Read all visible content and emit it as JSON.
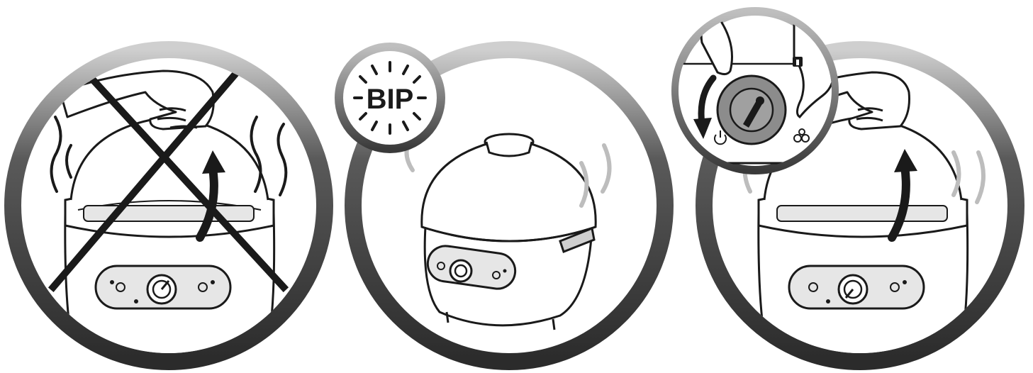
{
  "panels": [
    {
      "id": "panel-1",
      "status": "prohibited",
      "icons": [
        "hand-icon",
        "lid-icon",
        "steam-icon",
        "arrow-up-icon",
        "cross-mark-icon",
        "control-knob-icon"
      ]
    },
    {
      "id": "panel-2",
      "status": "allowed",
      "sound_label": "BIP",
      "icons": [
        "appliance-icon",
        "steam-icon",
        "sound-burst-icon",
        "control-knob-icon"
      ]
    },
    {
      "id": "panel-3",
      "status": "allowed",
      "icons": [
        "hand-icon",
        "arrow-down-icon",
        "knob-icon",
        "power-icon",
        "lock-icon",
        "steam-release-icon",
        "arrow-up-icon"
      ]
    }
  ],
  "colors": {
    "ring_outer": "#3a3a3a",
    "ring_inner": "#9a9a9a",
    "line": "#1a1a1a",
    "panel": "#e6e6e6",
    "knob": "#8c8c8c",
    "steam": "#bdbdbd"
  }
}
